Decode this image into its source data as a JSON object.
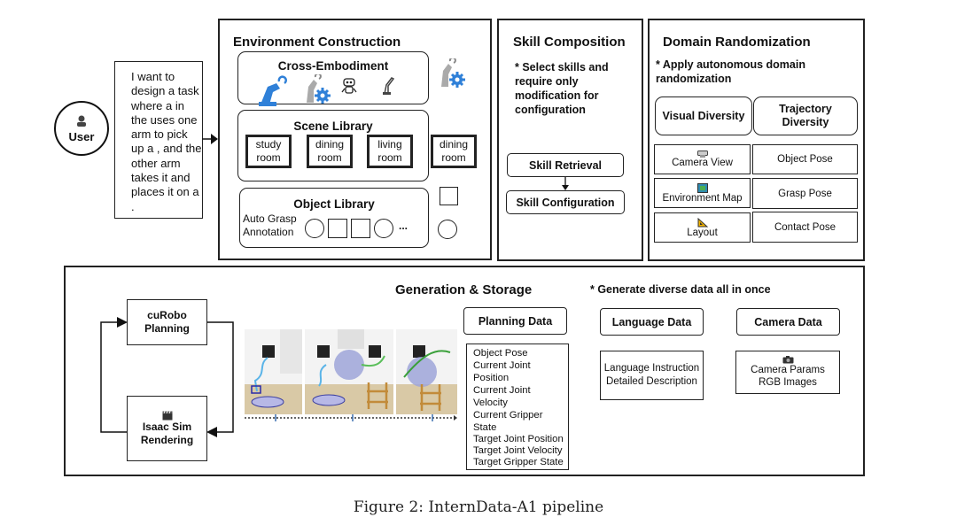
{
  "user": {
    "label": "User",
    "icon": "user-icon",
    "request": "I want to design a task where a in the uses one arm to pick up a , and the other arm takes it and places it on a ."
  },
  "environment": {
    "title": "Environment Construction",
    "cross_embodiment": {
      "title": "Cross-Embodiment",
      "icons": [
        "robot-arm-blue-icon",
        "robot-arm-gear-icon",
        "humanoid-robot-icon",
        "industrial-arm-icon"
      ],
      "outside_icon": "robot-arm-gear-icon"
    },
    "scene_library": {
      "title": "Scene Library",
      "scenes": [
        {
          "line1": "study",
          "line2": "room"
        },
        {
          "line1": "dining",
          "line2": "room"
        },
        {
          "line1": "living",
          "line2": "room"
        }
      ],
      "outside_scene": {
        "line1": "dining",
        "line2": "room"
      }
    },
    "object_library": {
      "title": "Object Library",
      "annotation_line1": "Auto Grasp",
      "annotation_line2": "Annotation",
      "shapes": [
        "circle",
        "square",
        "square",
        "circle"
      ],
      "ellipsis": "...",
      "outside_shapes": [
        "square",
        "circle"
      ]
    }
  },
  "skill": {
    "title": "Skill Composition",
    "note": "* Select skills and require only modification for configuration",
    "steps": [
      "Skill Retrieval",
      "Skill Configuration"
    ]
  },
  "domain": {
    "title": "Domain Randomization",
    "note": "* Apply autonomous domain randomization",
    "visual_header": "Visual Diversity",
    "trajectory_header": "Trajectory Diversity",
    "visual_items": [
      {
        "label": "Camera View",
        "icon": "camera-icon"
      },
      {
        "label": "Environment Map",
        "icon": "map-icon"
      },
      {
        "label": "Layout",
        "icon": "set-square-icon"
      }
    ],
    "trajectory_items": [
      "Object Pose",
      "Grasp Pose",
      "Contact Pose"
    ]
  },
  "generation": {
    "title": "Generation & Storage",
    "note": "* Generate diverse data all in once",
    "loop": {
      "planning": "cuRobo Planning",
      "rendering": "Isaac Sim Rendering",
      "rendering_icon": "clapperboard-icon"
    },
    "planning_data": {
      "header": "Planning Data",
      "items": [
        "Object Pose",
        "Current Joint",
        "Position",
        "Current Joint",
        "Velocity",
        "Current Gripper",
        "State",
        "Target Joint Position",
        "Target Joint Velocity",
        "Target Gripper State"
      ]
    },
    "language_data": {
      "header": "Language Data",
      "items": [
        "Language Instruction",
        "Detailed Description"
      ]
    },
    "camera_data": {
      "header": "Camera Data",
      "icon": "camera-icon",
      "items": [
        "Camera Params",
        "RGB Images"
      ]
    }
  },
  "caption": "Figure 2: InternData-A1 pipeline"
}
